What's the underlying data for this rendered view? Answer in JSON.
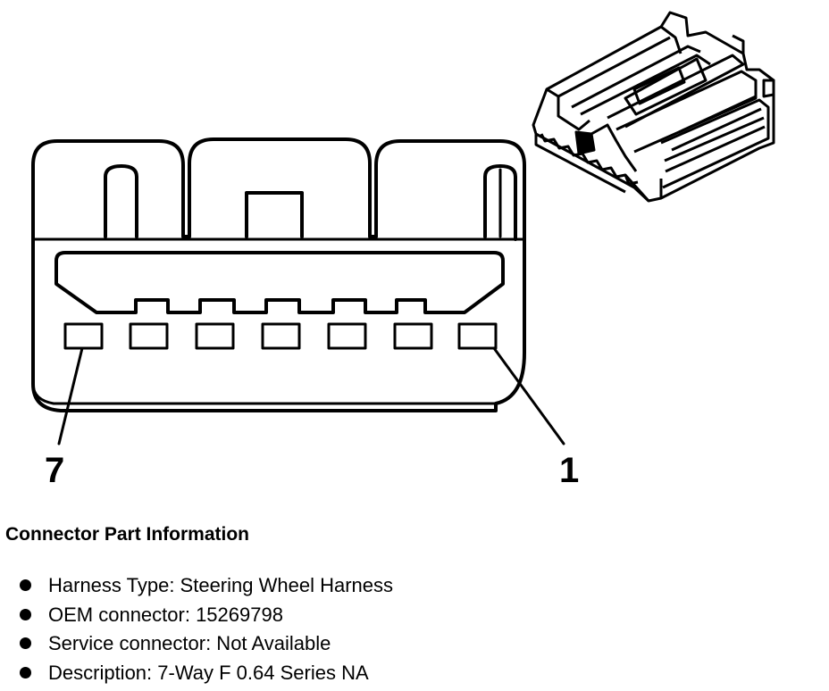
{
  "diagram": {
    "pin_labels": {
      "left": "7",
      "right": "1"
    },
    "pin_count": 7
  },
  "info": {
    "title": "Connector Part Information",
    "items": [
      "Harness Type: Steering Wheel Harness",
      "OEM connector: 15269798",
      "Service connector: Not Available",
      "Description: 7-Way F 0.64 Series NA"
    ]
  }
}
